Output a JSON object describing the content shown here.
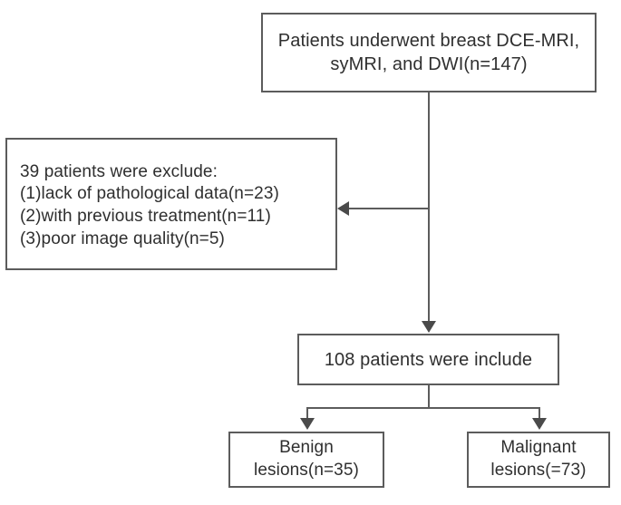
{
  "figure": {
    "type": "flowchart",
    "title": "Patient enrollment flow diagram",
    "palette": {
      "background": "#ffffff",
      "box_border": "#5c5c5c",
      "connector": "#5c5c5c",
      "arrowhead": "#4a4a4a",
      "text": "#2f2f2f"
    }
  },
  "nodes": {
    "enrolled": {
      "label": "Patients underwent breast DCE-MRI, syMRI, and DWI(n=147)",
      "count": 147
    },
    "excluded": {
      "heading": "39 patients were exclude:",
      "count": 39,
      "reasons": [
        "(1)lack of pathological data(n=23)",
        "(2)with previous treatment(n=11)",
        "(3)poor image quality(n=5)"
      ],
      "label": "39 patients were exclude:\n(1)lack of pathological data(n=23)\n(2)with previous treatment(n=11)\n(3)poor image quality(n=5)"
    },
    "included": {
      "label": "108 patients were include",
      "count": 108
    },
    "benign": {
      "label": "Benign\nlesions(n=35)",
      "count": 35
    },
    "malignant": {
      "label": "Malignant\nlesions(=73)",
      "count": 73
    }
  },
  "edges": [
    {
      "from": "enrolled",
      "to": "included",
      "direction": "down",
      "arrow": true
    },
    {
      "from": "enrolled",
      "to": "excluded",
      "direction": "left",
      "arrow": true
    },
    {
      "from": "included",
      "to": "benign",
      "direction": "down",
      "arrow": true
    },
    {
      "from": "included",
      "to": "malignant",
      "direction": "down",
      "arrow": true
    }
  ]
}
